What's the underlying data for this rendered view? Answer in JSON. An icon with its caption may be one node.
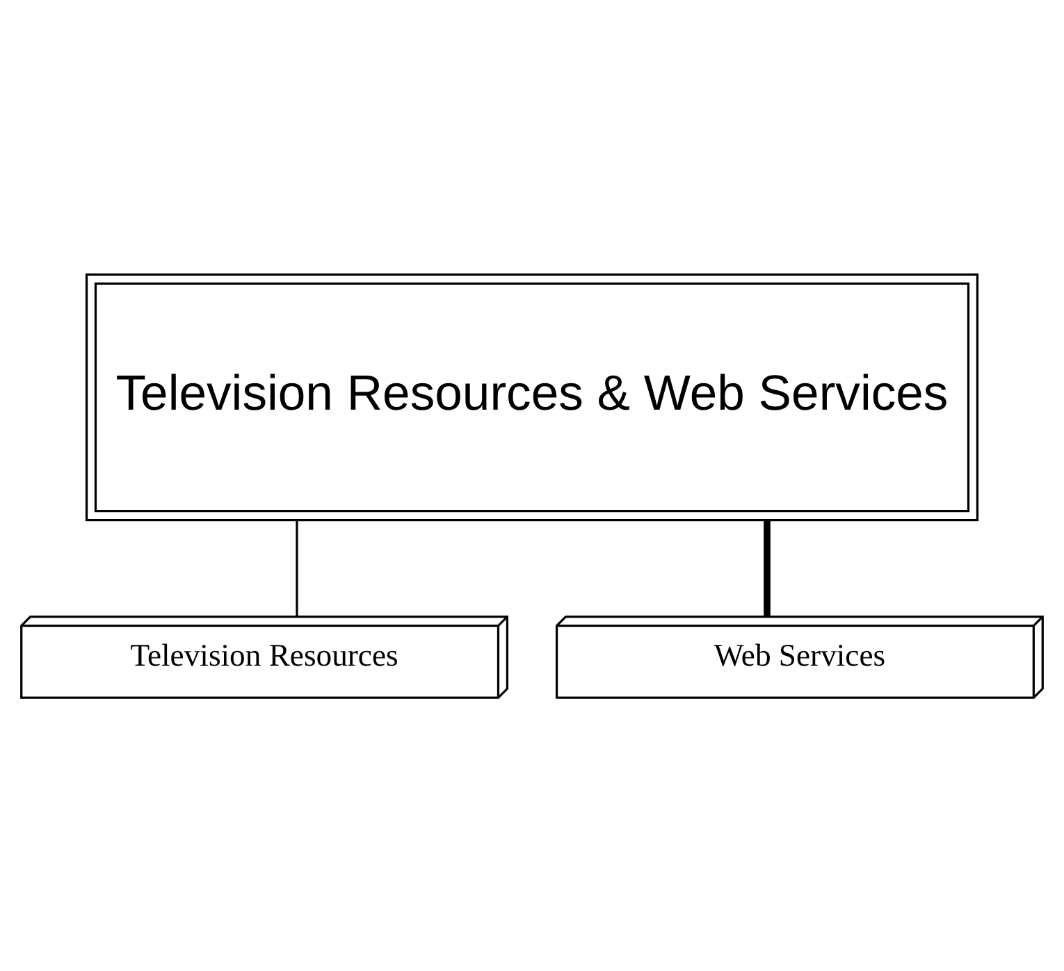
{
  "diagram": {
    "nodes": [
      {
        "text": [
          "Television Resources & Web Services"
        ]
      },
      {
        "text": [
          "Television Resources"
        ]
      },
      {
        "text": [
          "Web Services"
        ]
      }
    ],
    "edges": [
      {
        "from": 0,
        "to": 1,
        "arrow": "none"
      },
      {
        "from": 0,
        "to": 2,
        "arrow": "none",
        "style": "thick"
      }
    ]
  }
}
